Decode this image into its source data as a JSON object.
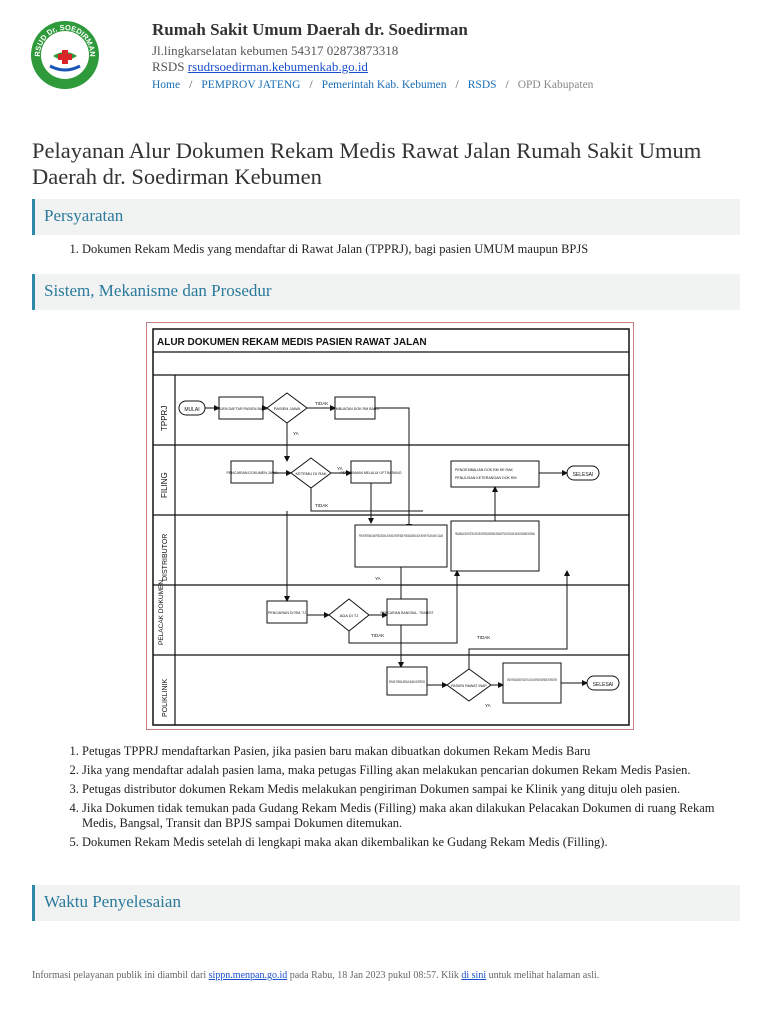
{
  "header": {
    "hospital_name": "Rumah Sakit Umum Daerah dr. Soedirman",
    "address": "Jl.lingkarselatan kebumen 54317 02873873318",
    "website_label": "RSDS",
    "website_link": "rsudrsoedirman.kebumenkab.go.id",
    "logo_text": "RSUD Dr. SOEDIRMAN"
  },
  "breadcrumb": {
    "items": [
      "Home",
      "PEMPROV JATENG",
      "Pemerintah Kab. Kebumen",
      "RSDS"
    ],
    "current": "OPD Kabupaten",
    "separator": "/"
  },
  "page_title": "Pelayanan Alur Dokumen Rekam Medis Rawat Jalan Rumah Sakit Umum Daerah dr. Soedirman Kebumen",
  "sections": {
    "persyaratan": {
      "title": "Persyaratan",
      "items": [
        "Dokumen Rekam Medis yang mendaftar di Rawat Jalan (TPPRJ), bagi pasien UMUM maupun BPJS"
      ]
    },
    "sistem": {
      "title": "Sistem, Mekanisme dan Prosedur",
      "items": [
        "Petugas TPPRJ mendaftarkan Pasien, jika pasien baru makan dibuatkan dokumen Rekam Medis Baru",
        "Jika yang mendaftar adalah pasien lama, maka petugas Filling akan melakukan pencarian dokumen Rekam Medis Pasien.",
        "Petugas distributor dokumen Rekam Medis melakukan pengiriman Dokumen sampai ke Klinik yang dituju oleh pasien.",
        "Jika Dokumen tidak temukan pada Gudang Rekam Medis (Filling) maka akan dilakukan Pelacakan Dokumen di ruang Rekam Medis, Bangsal, Transit dan BPJS sampai Dokumen ditemukan.",
        "Dokumen Rekam Medis setelah di lengkapi maka akan dikembalikan ke Gudang Rekam Medis (Filling)."
      ]
    },
    "waktu": {
      "title": "Waktu Penyelesaian"
    }
  },
  "flowchart": {
    "title": "ALUR DOKUMEN REKAM MEDIS PASIEN RAWAT JALAN",
    "lanes": [
      "TPPRJ",
      "FILING",
      "DISTRIBUTOR",
      "PELACAK DOKUMEN",
      "POLIKLINIK"
    ],
    "nodes": {
      "mulai": "MULAI",
      "pasien_daftar": "PASIEN DAFTAR PASIEN BARU",
      "pasien_jawa": "PASIEN JAWA",
      "pembuatan_dok": "PEMBUATAN DOK RM BARU",
      "pencarian_dok": "PENCARIAN DOKUMEN JAWA",
      "ketemu": "KETEMU DI RAK",
      "penerimaan_lift": "PENERIMAAN MELALUI LIFT BARANG",
      "pengembalian": "PENGEMBALIAN DOK RM KE RAK",
      "penulisan": "PENULISAN KETERANGAN DOK RM",
      "selesai_filing": "SELESAI",
      "distributor_box1": "PENYORTIRAN DAN PENCATATAN DI BUKU EKSPEDISI PENGANTARAN DOK RM KE POLIKLINIK TUJUAN",
      "distributor_box2": "PENGAMBILAN DOK RM SETELAH SELESAI DIPERIKSA KONFIRMASI DENGAN PETUGAS POLIKLINIK DAN KELENGKAPAN RM KEMBALI",
      "pencarian_bangsal": "PENCARIAN DI RM, TJ",
      "ada": "ADA DI TJ",
      "pencarian_transit": "PENCARIAN BANGSAL, TRANSIT",
      "serah_terima": "SERAH TERIMA SESUAI BUKU EKSPEDISI",
      "pasien_rawat_inap": "PASIEN RAWAT INAP",
      "serah_terima2": "SERAH TERIMA DENGAN PETUGAS POLI DI BUKU EKSPEDISI KONFIRMASI DISTRIBUTOR RM",
      "selesai_poli": "SELESAI"
    },
    "labels": {
      "ya": "YA",
      "tidak": "TIDAK"
    }
  },
  "footer": {
    "prefix": "Informasi pelayanan publik ini diambil dari",
    "source_link": "sippn.menpan.go.id",
    "middle": "pada Rabu, 18 Jan 2023 pukul 08:57. Klik",
    "here_link": "di sini",
    "suffix": "untuk melihat halaman asli."
  },
  "colors": {
    "accent": "#2e8aa8",
    "section_bg": "#f1f2f2",
    "link": "#1a4fcc",
    "logo_green": "#2e9a3a"
  }
}
